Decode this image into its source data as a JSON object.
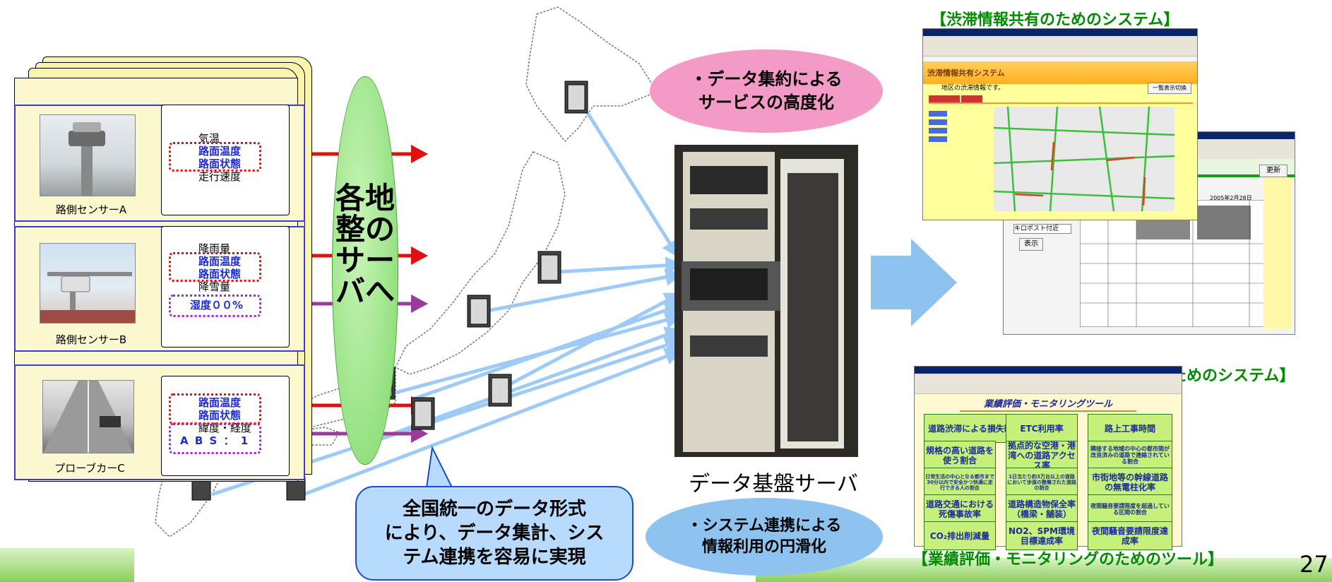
{
  "sensors": [
    {
      "label": "路側センサーA",
      "items": [
        {
          "text": "気温",
          "style": "normal"
        },
        {
          "text": "路面温度",
          "style": "blue"
        },
        {
          "text": "路面状態",
          "style": "blue"
        },
        {
          "text": "走行速度",
          "style": "normal"
        }
      ]
    },
    {
      "label": "路側センサーB",
      "items": [
        {
          "text": "降雨量",
          "style": "normal"
        },
        {
          "text": "路面温度",
          "style": "blue"
        },
        {
          "text": "路面状態",
          "style": "blue"
        },
        {
          "text": "降雪量",
          "style": "normal"
        },
        {
          "text": "湿度００%",
          "style": "blue"
        }
      ]
    },
    {
      "label": "プローブカーC",
      "items": [
        {
          "text": "路面温度",
          "style": "blue"
        },
        {
          "text": "路面状態",
          "style": "blue"
        },
        {
          "text": "緯度・経度",
          "style": "normal"
        },
        {
          "text": "A B S ： 1",
          "style": "blue"
        }
      ]
    }
  ],
  "oval_text": "各地整のサーバへ",
  "bubble_top": [
    "・データ集約による",
    "サービスの高度化"
  ],
  "bubble_bottom": [
    "・システム連携による",
    "情報利用の円滑化"
  ],
  "callout": [
    "全国統一のデータ形式",
    "により、データ集計、シス",
    "テム連携を容易に実現"
  ],
  "rack_caption": "データ基盤サーバ",
  "systems": {
    "congestion_title": "【渋滞情報共有のためのシステム】",
    "congestion_app_title": "渋滞情報共有システム",
    "congestion_subtitle": "地区の渋滞情報です。",
    "congestion_button": "一覧表示切換",
    "road_title": "【道路管理データ共有のためのシステム】",
    "road_button_update": "更新",
    "road_button_show": "表示",
    "road_select": "キロポスト付近",
    "road_date": "2005年2月28日",
    "eval_title": "【業績評価・モニタリングのためのツール】",
    "eval_app_title": "業績評価・モニタリングツール",
    "eval_buttons": [
      "道路渋滞による損失時間",
      "ETC利用率",
      "路上工事時間",
      "規格の高い道路を使う割合",
      "拠点的な空港・港湾への道路アクセス率",
      "隣接する地域の中心の都市間が改良済みの道路で連絡されている割合",
      "日常生活の中心となる都市まで30分以内で安全かつ快適に走行できる人の割合",
      "1日当たり約3万台以上の道路において歩道の整備された道路の割合",
      "市街地等の幹線道路の無電柱化率",
      "道路交通における死傷事故率",
      "道路構造物保全率（橋梁・舗装）",
      "夜間騒音要請限度を超過している区間の割合",
      "CO₂排出削減量",
      "NO2、SPM環境目標達成率",
      "夜間騒音要請限度達成率"
    ]
  },
  "page_number": "27",
  "colors": {
    "panel_border": "#3b3bd0",
    "panel_fill": "#fbf7cf",
    "red_arrow": "#e01010",
    "purple_arrow": "#9a3a9a",
    "light_blue_arrow": "#9ecbf6",
    "green_oval": "#8fdc78",
    "pink_bubble": "#f49ac6",
    "blue_bubble": "#8ec3ef",
    "title_green": "#008a00"
  }
}
